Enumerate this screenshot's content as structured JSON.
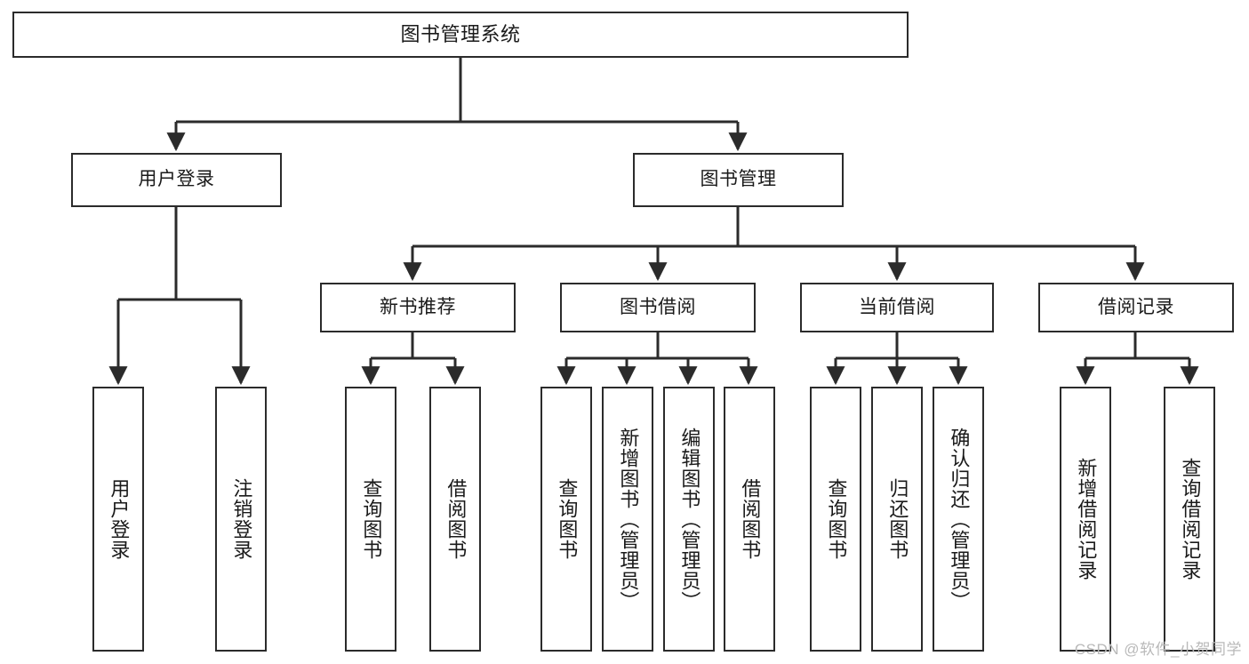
{
  "diagram": {
    "type": "tree-hierarchy",
    "title": "图书管理系统",
    "watermark": "CSDN @软件_小贺同学",
    "colors": {
      "box_border": "#2b2b2b",
      "box_fill": "#ffffff",
      "edge": "#2b2b2b",
      "text": "#1a1a1a",
      "watermark": "#b9b9b9"
    },
    "levels": {
      "root": {
        "label": "图书管理系统"
      },
      "level2": [
        {
          "label": "用户登录"
        },
        {
          "label": "图书管理"
        }
      ],
      "level3": [
        {
          "label": "新书推荐"
        },
        {
          "label": "图书借阅"
        },
        {
          "label": "当前借阅"
        },
        {
          "label": "借阅记录"
        }
      ],
      "leaves": {
        "user_login": [
          {
            "label": "用户登录"
          },
          {
            "label": "注销登录"
          }
        ],
        "new_book_recommend": [
          {
            "label": "查询图书"
          },
          {
            "label": "借阅图书"
          }
        ],
        "book_borrow": [
          {
            "label": "查询图书"
          },
          {
            "label": "新增图书（管理员）"
          },
          {
            "label": "编辑图书（管理员）"
          },
          {
            "label": "借阅图书"
          }
        ],
        "current_borrow": [
          {
            "label": "查询图书"
          },
          {
            "label": "归还图书"
          },
          {
            "label": "确认归还（管理员）"
          }
        ],
        "borrow_record": [
          {
            "label": "新增借阅记录"
          },
          {
            "label": "查询借阅记录"
          }
        ]
      }
    }
  }
}
